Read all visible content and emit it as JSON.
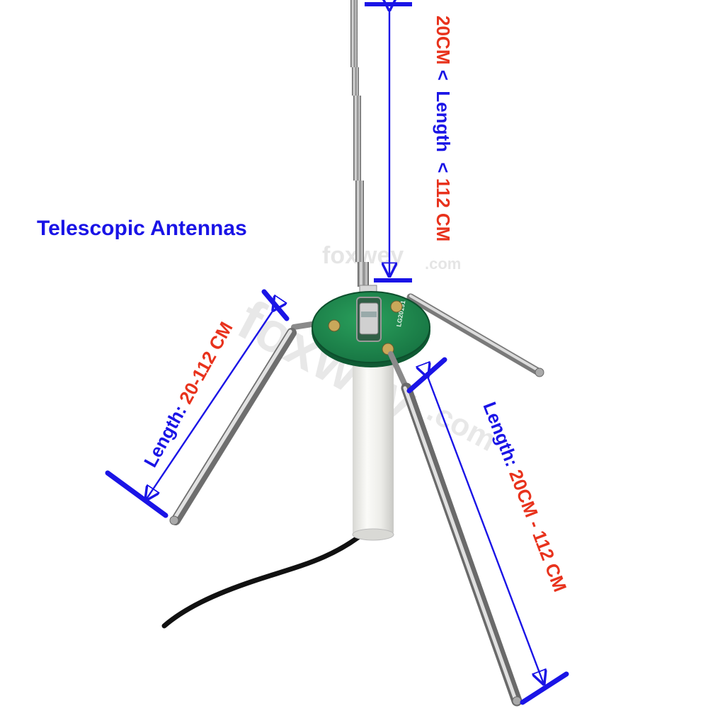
{
  "title": "Telescopic Antennas",
  "watermark": "foxwey",
  "watermark_suffix": ".com",
  "top_label": {
    "part1": "20CM",
    "part2": " <  Length  < ",
    "part3": "112 CM"
  },
  "left_label": {
    "prefix": "Length: ",
    "value": "20-112 CM"
  },
  "right_label": {
    "prefix": "Length: ",
    "value": "20CM - 112 CM"
  },
  "colors": {
    "annotation_blue": "#1a14e6",
    "value_red": "#e8321c",
    "pcb_green": "#1f8a4c",
    "pvc_white": "#f1f1ee",
    "cable_black": "#111111",
    "chrome": "#9a9a9a"
  }
}
